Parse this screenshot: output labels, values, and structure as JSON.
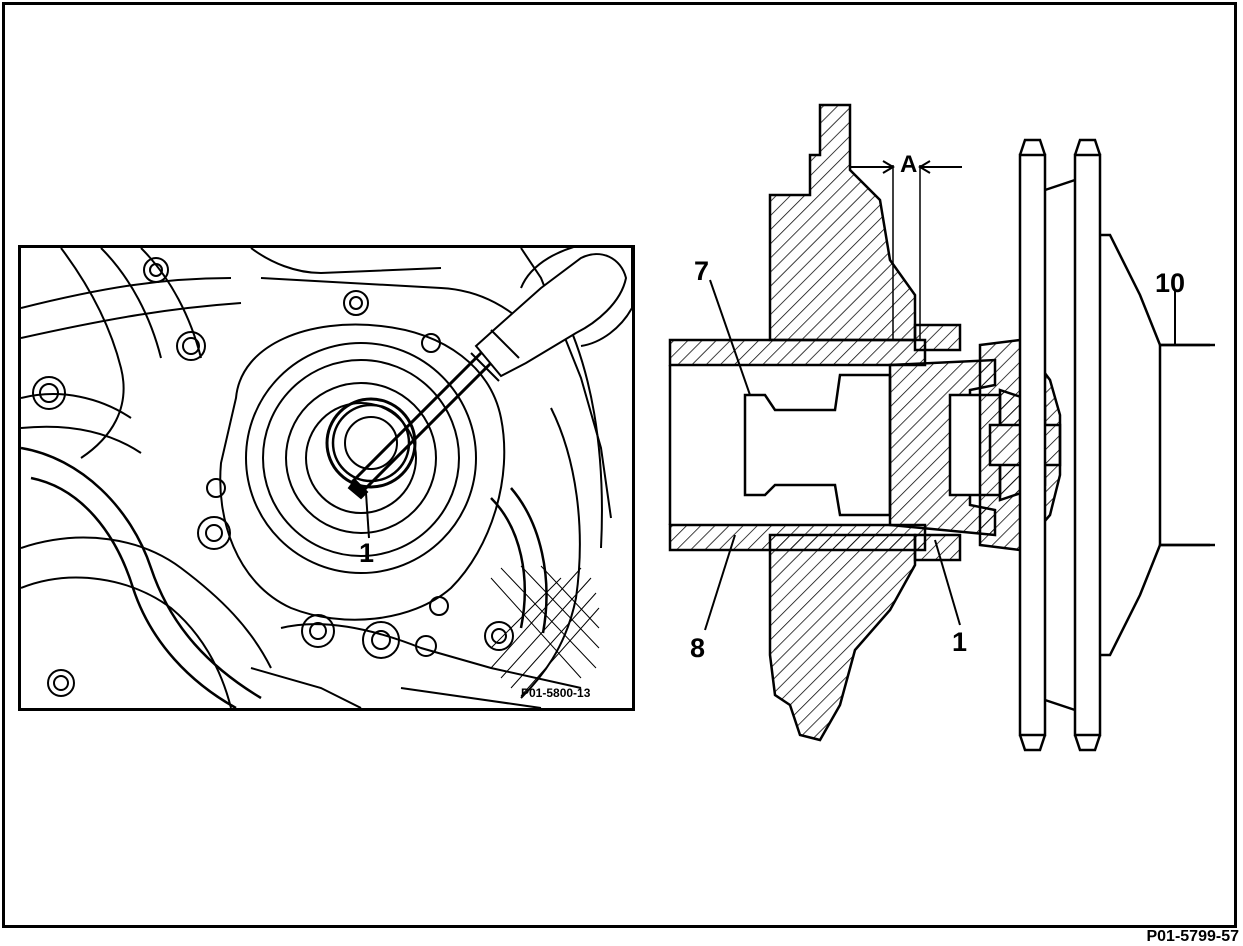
{
  "left_view": {
    "callout": "1",
    "reference": "P01-5800-13"
  },
  "section_view": {
    "dimension_label": "A",
    "callouts": {
      "seal": "1",
      "adapter": "7",
      "sleeve": "8",
      "shaft": "10"
    }
  },
  "figure_reference": "P01-5799-57"
}
